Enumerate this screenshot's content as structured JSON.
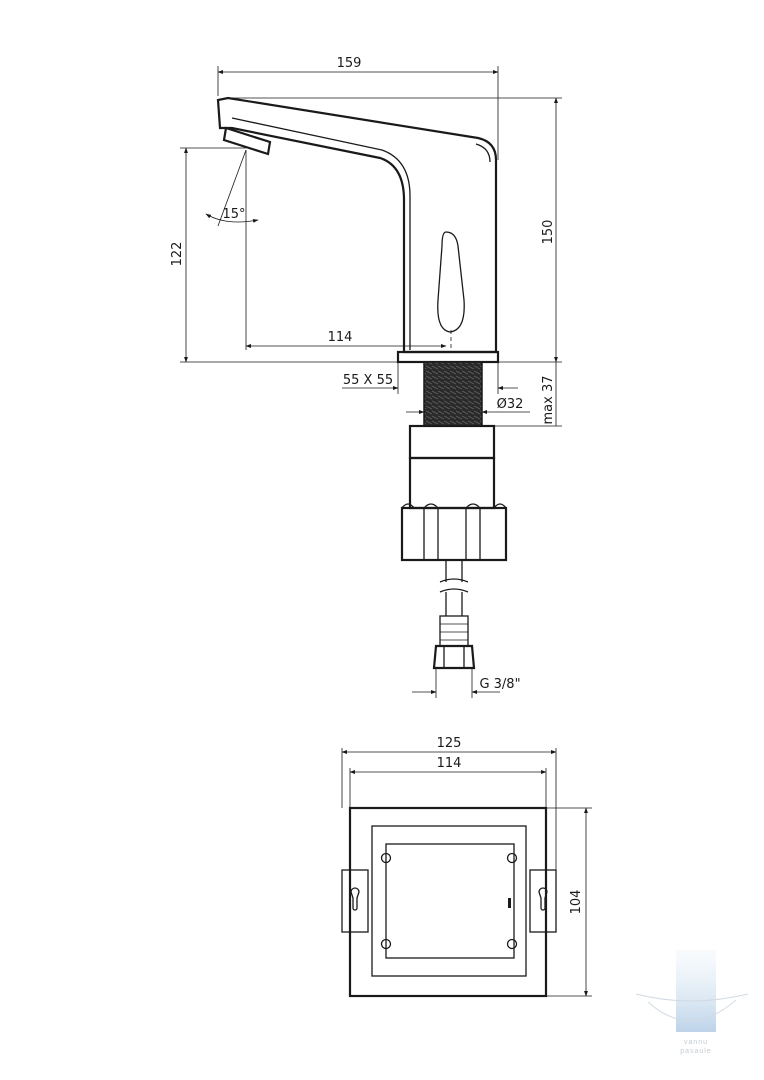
{
  "dimensions": {
    "overall_length": "159",
    "overall_height": "150",
    "spout_height": "122",
    "spout_reach": "114",
    "spray_angle": "15°",
    "base_plate": "55 X 55",
    "shank_diameter": "Ø32",
    "max_deck_thickness": "max 37",
    "connection_thread": "G 3/8\"",
    "box_outer_width": "125",
    "box_inner_width": "114",
    "box_height": "104"
  },
  "watermark": {
    "line1": "vannu",
    "line2": "pasaule"
  }
}
